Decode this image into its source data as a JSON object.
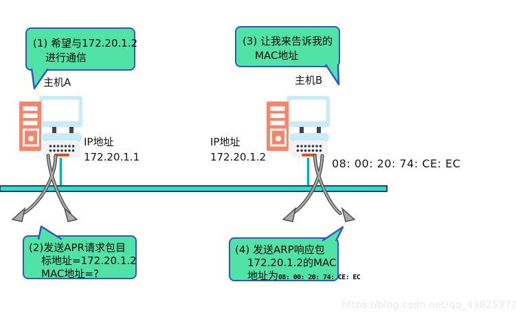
{
  "bubbles": {
    "b1": {
      "lines": [
        "(1) 希望与172.20.1.2",
        "进行通信"
      ]
    },
    "b2": {
      "lines": [
        "(2)发送APR请求包目",
        "标地址=172.20.1.2",
        "MAC地址=?"
      ]
    },
    "b3": {
      "lines": [
        "(3) 让我来告诉我的",
        "MAC地址"
      ]
    },
    "b4": {
      "lines": [
        "(4) 发送ARP响应包",
        "172.20.1.2的MAC"
      ],
      "line3_prefix": "地址为",
      "line3_mac": "08: 00: 20: 74: CE: EC"
    }
  },
  "hosts": {
    "a": {
      "label": "主机A",
      "ip_label": "IP地址",
      "ip": "172.20.1.1"
    },
    "b": {
      "label": "主机B",
      "ip_label": "IP地址",
      "ip": "172.20.1.2",
      "mac": "08: 00: 20: 74: CE: EC"
    }
  },
  "watermark": "https://blog.csdn.net/qq_43825377",
  "colors": {
    "bubble_fill": "#4fe3a5",
    "bubble_border": "#2e55cb",
    "bus_line": "#25e0dc",
    "cable": "#00b2ad",
    "tower": "#f6856a",
    "monitor_frame": "#c7ecf7",
    "accent_bar": "#e2501f",
    "arrow_fill": "#ababab",
    "arrow_outline": "#4c4c4c"
  }
}
